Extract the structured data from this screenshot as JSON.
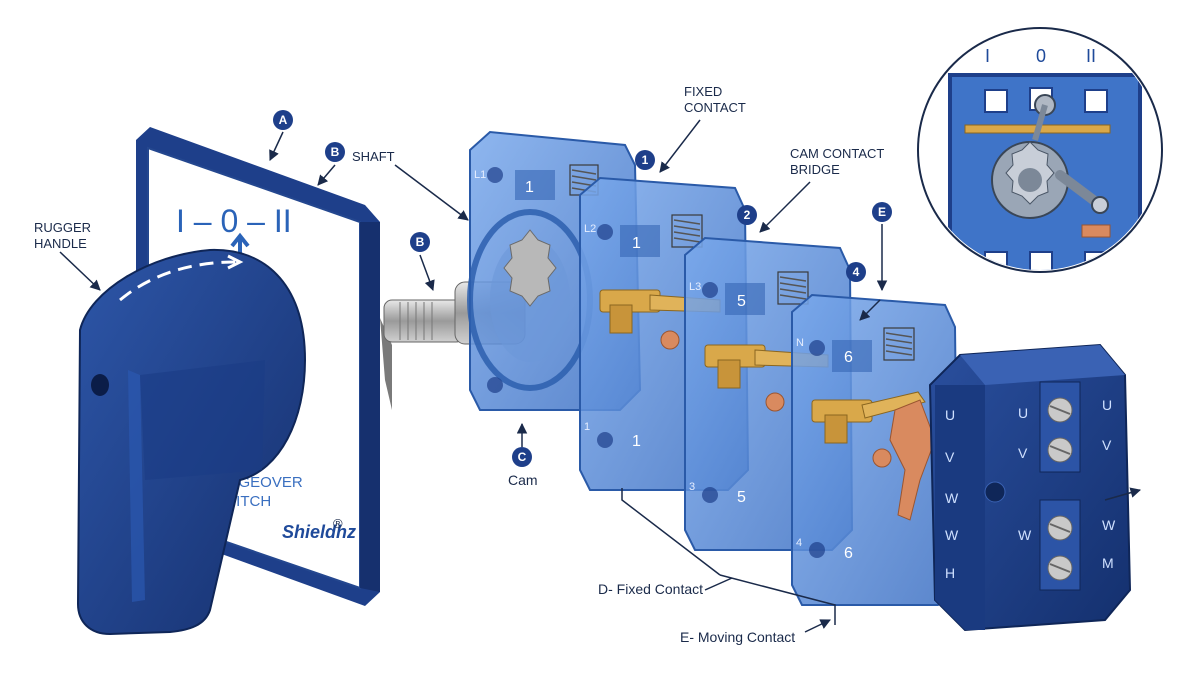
{
  "labels": {
    "rugger_handle_1": "RUGGER",
    "rugger_handle_2": "HANDLE",
    "shaft": "SHAFT",
    "fixed_contact_1": "FIXED",
    "fixed_contact_2": "CONTACT",
    "cam_contact_1": "CAM CONTACT",
    "cam_contact_2": "BRIDGE",
    "cam": "Cam",
    "d_fixed": "D- Fixed Contact",
    "e_moving": "E- Moving Contact"
  },
  "badges": {
    "a": "A",
    "b_top": "B",
    "b_shaft": "B",
    "c": "C",
    "e": "E",
    "n1": "1",
    "n2": "2",
    "n4": "4"
  },
  "front_plate": {
    "positions": "I – 0 – II",
    "text_1": "CHANGEOVER",
    "text_2": "SWITCH",
    "brand": "Shieldhz",
    "registered": "®"
  },
  "blocks": {
    "b1": {
      "phase": "L1",
      "top": "1",
      "bottom": ""
    },
    "b2": {
      "phase": "L2",
      "top": "1",
      "bottom": "1",
      "bottom_small": "1"
    },
    "b3": {
      "phase": "L3",
      "top": "5",
      "bottom": "5",
      "bottom_small": "3"
    },
    "b4": {
      "phase": "N",
      "top": "6",
      "bottom": "6",
      "bottom_small": "4"
    }
  },
  "terminal": {
    "left": [
      "U",
      "V",
      "W",
      "W",
      "H"
    ],
    "center": [
      "U",
      "V",
      "W"
    ],
    "right": [
      "U",
      "V",
      "W",
      "M"
    ]
  },
  "inset": {
    "positions": [
      "I",
      "0",
      "II"
    ]
  },
  "colors": {
    "navy": "#1e3f8a",
    "blue_block": "#4f86d6",
    "brass": "#d9a84a",
    "copper": "#d98a5f"
  }
}
